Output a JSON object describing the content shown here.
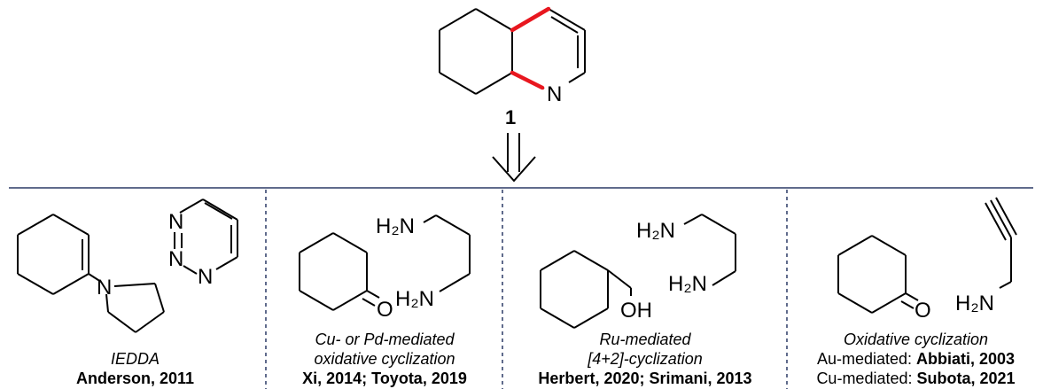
{
  "target": {
    "number": "1",
    "atom": "N"
  },
  "atoms": {
    "N": "N",
    "NH2": "H₂N",
    "O": "O",
    "OH": "OH"
  },
  "panels": [
    {
      "line1": "IEDDA",
      "line2": "Anderson, 2011"
    },
    {
      "line1": "Cu- or Pd-mediated",
      "line2": "oxidative cyclization",
      "line3": "Xi, 2014; Toyota, 2019"
    },
    {
      "line1": "Ru-mediated",
      "line2": "[4+2]-cyclization",
      "line3": "Herbert, 2020; Srimani, 2013"
    },
    {
      "line1": "Oxidative cyclization",
      "line2_prefix": "Au-mediated: ",
      "line2_bold": "Abbiati, 2003",
      "line3_prefix": "Cu-mediated: ",
      "line3_bold": "Subota, 2021"
    }
  ],
  "colors": {
    "highlight": "#e8171f",
    "divider": "#2b3a67"
  }
}
